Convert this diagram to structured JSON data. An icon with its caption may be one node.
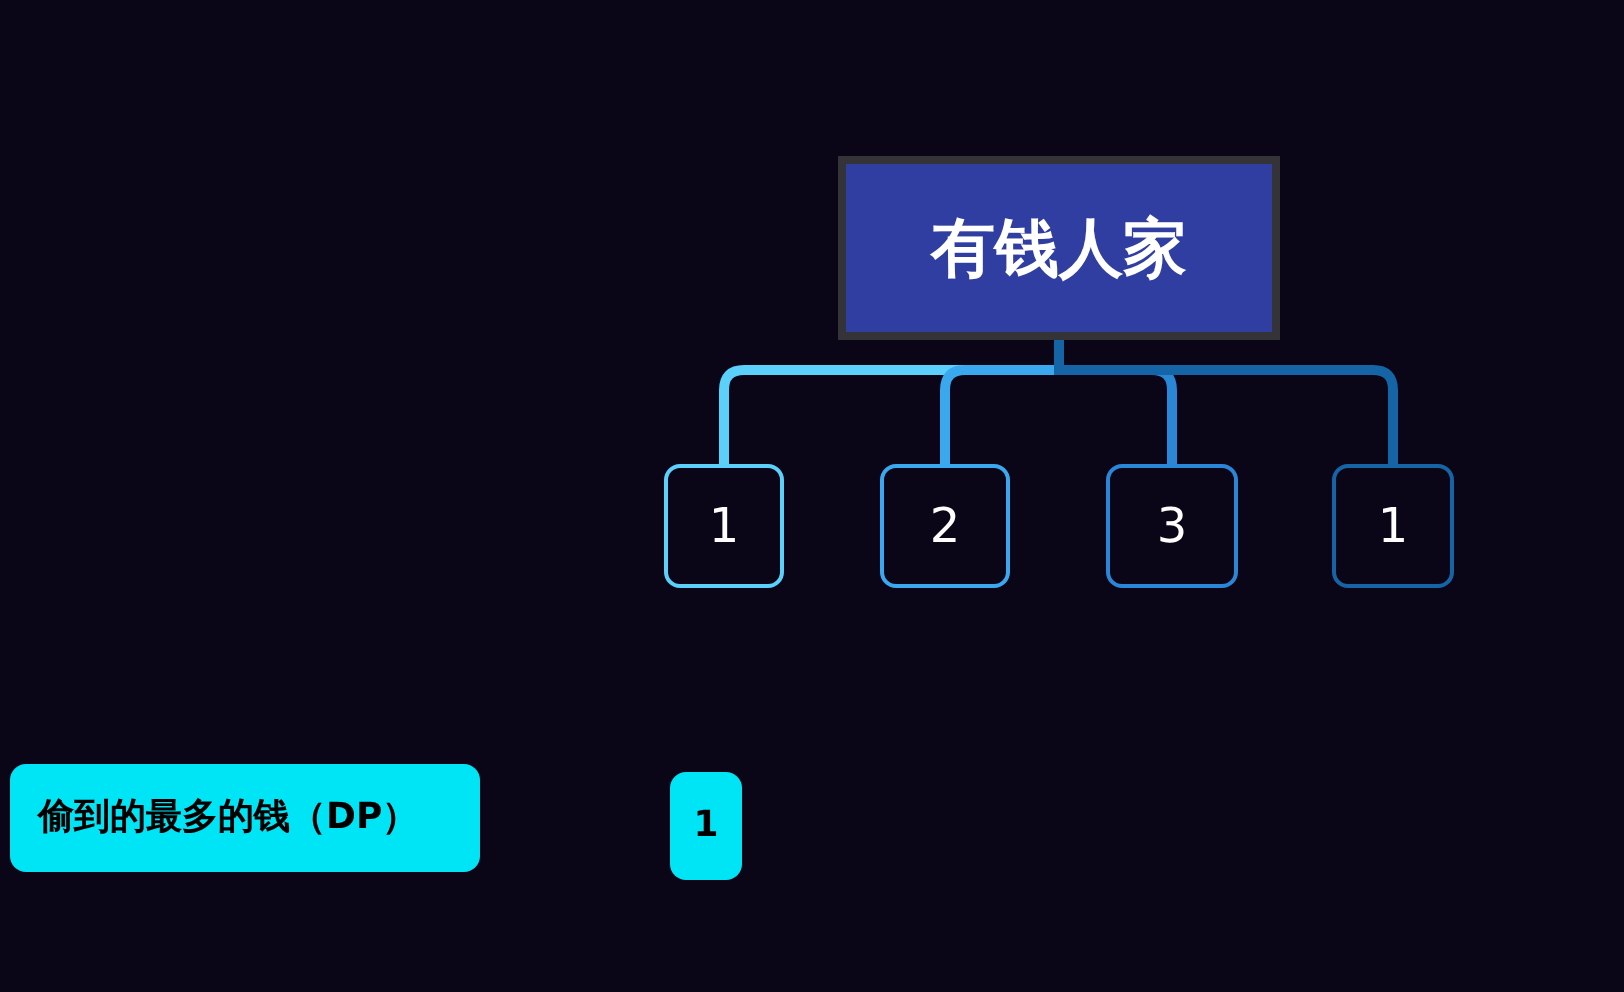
{
  "diagram": {
    "nodes": [
      {
        "text": [
          "有钱人家"
        ]
      },
      {
        "text": [
          "1"
        ]
      },
      {
        "text": [
          "2"
        ]
      },
      {
        "text": [
          "3"
        ]
      },
      {
        "text": [
          "1"
        ]
      },
      {
        "text": [
          "偷到的最多的钱（DP）"
        ]
      },
      {
        "text": [
          "1"
        ]
      }
    ],
    "edges": [
      {
        "from": 0,
        "to": 1,
        "arrow": "none",
        "color": "#5ad0fa"
      },
      {
        "from": 0,
        "to": 2,
        "arrow": "none",
        "color": "#3aa8ef"
      },
      {
        "from": 0,
        "to": 3,
        "arrow": "none",
        "color": "#2a86d6"
      },
      {
        "from": 0,
        "to": 4,
        "arrow": "none",
        "color": "#1565a6"
      }
    ]
  }
}
